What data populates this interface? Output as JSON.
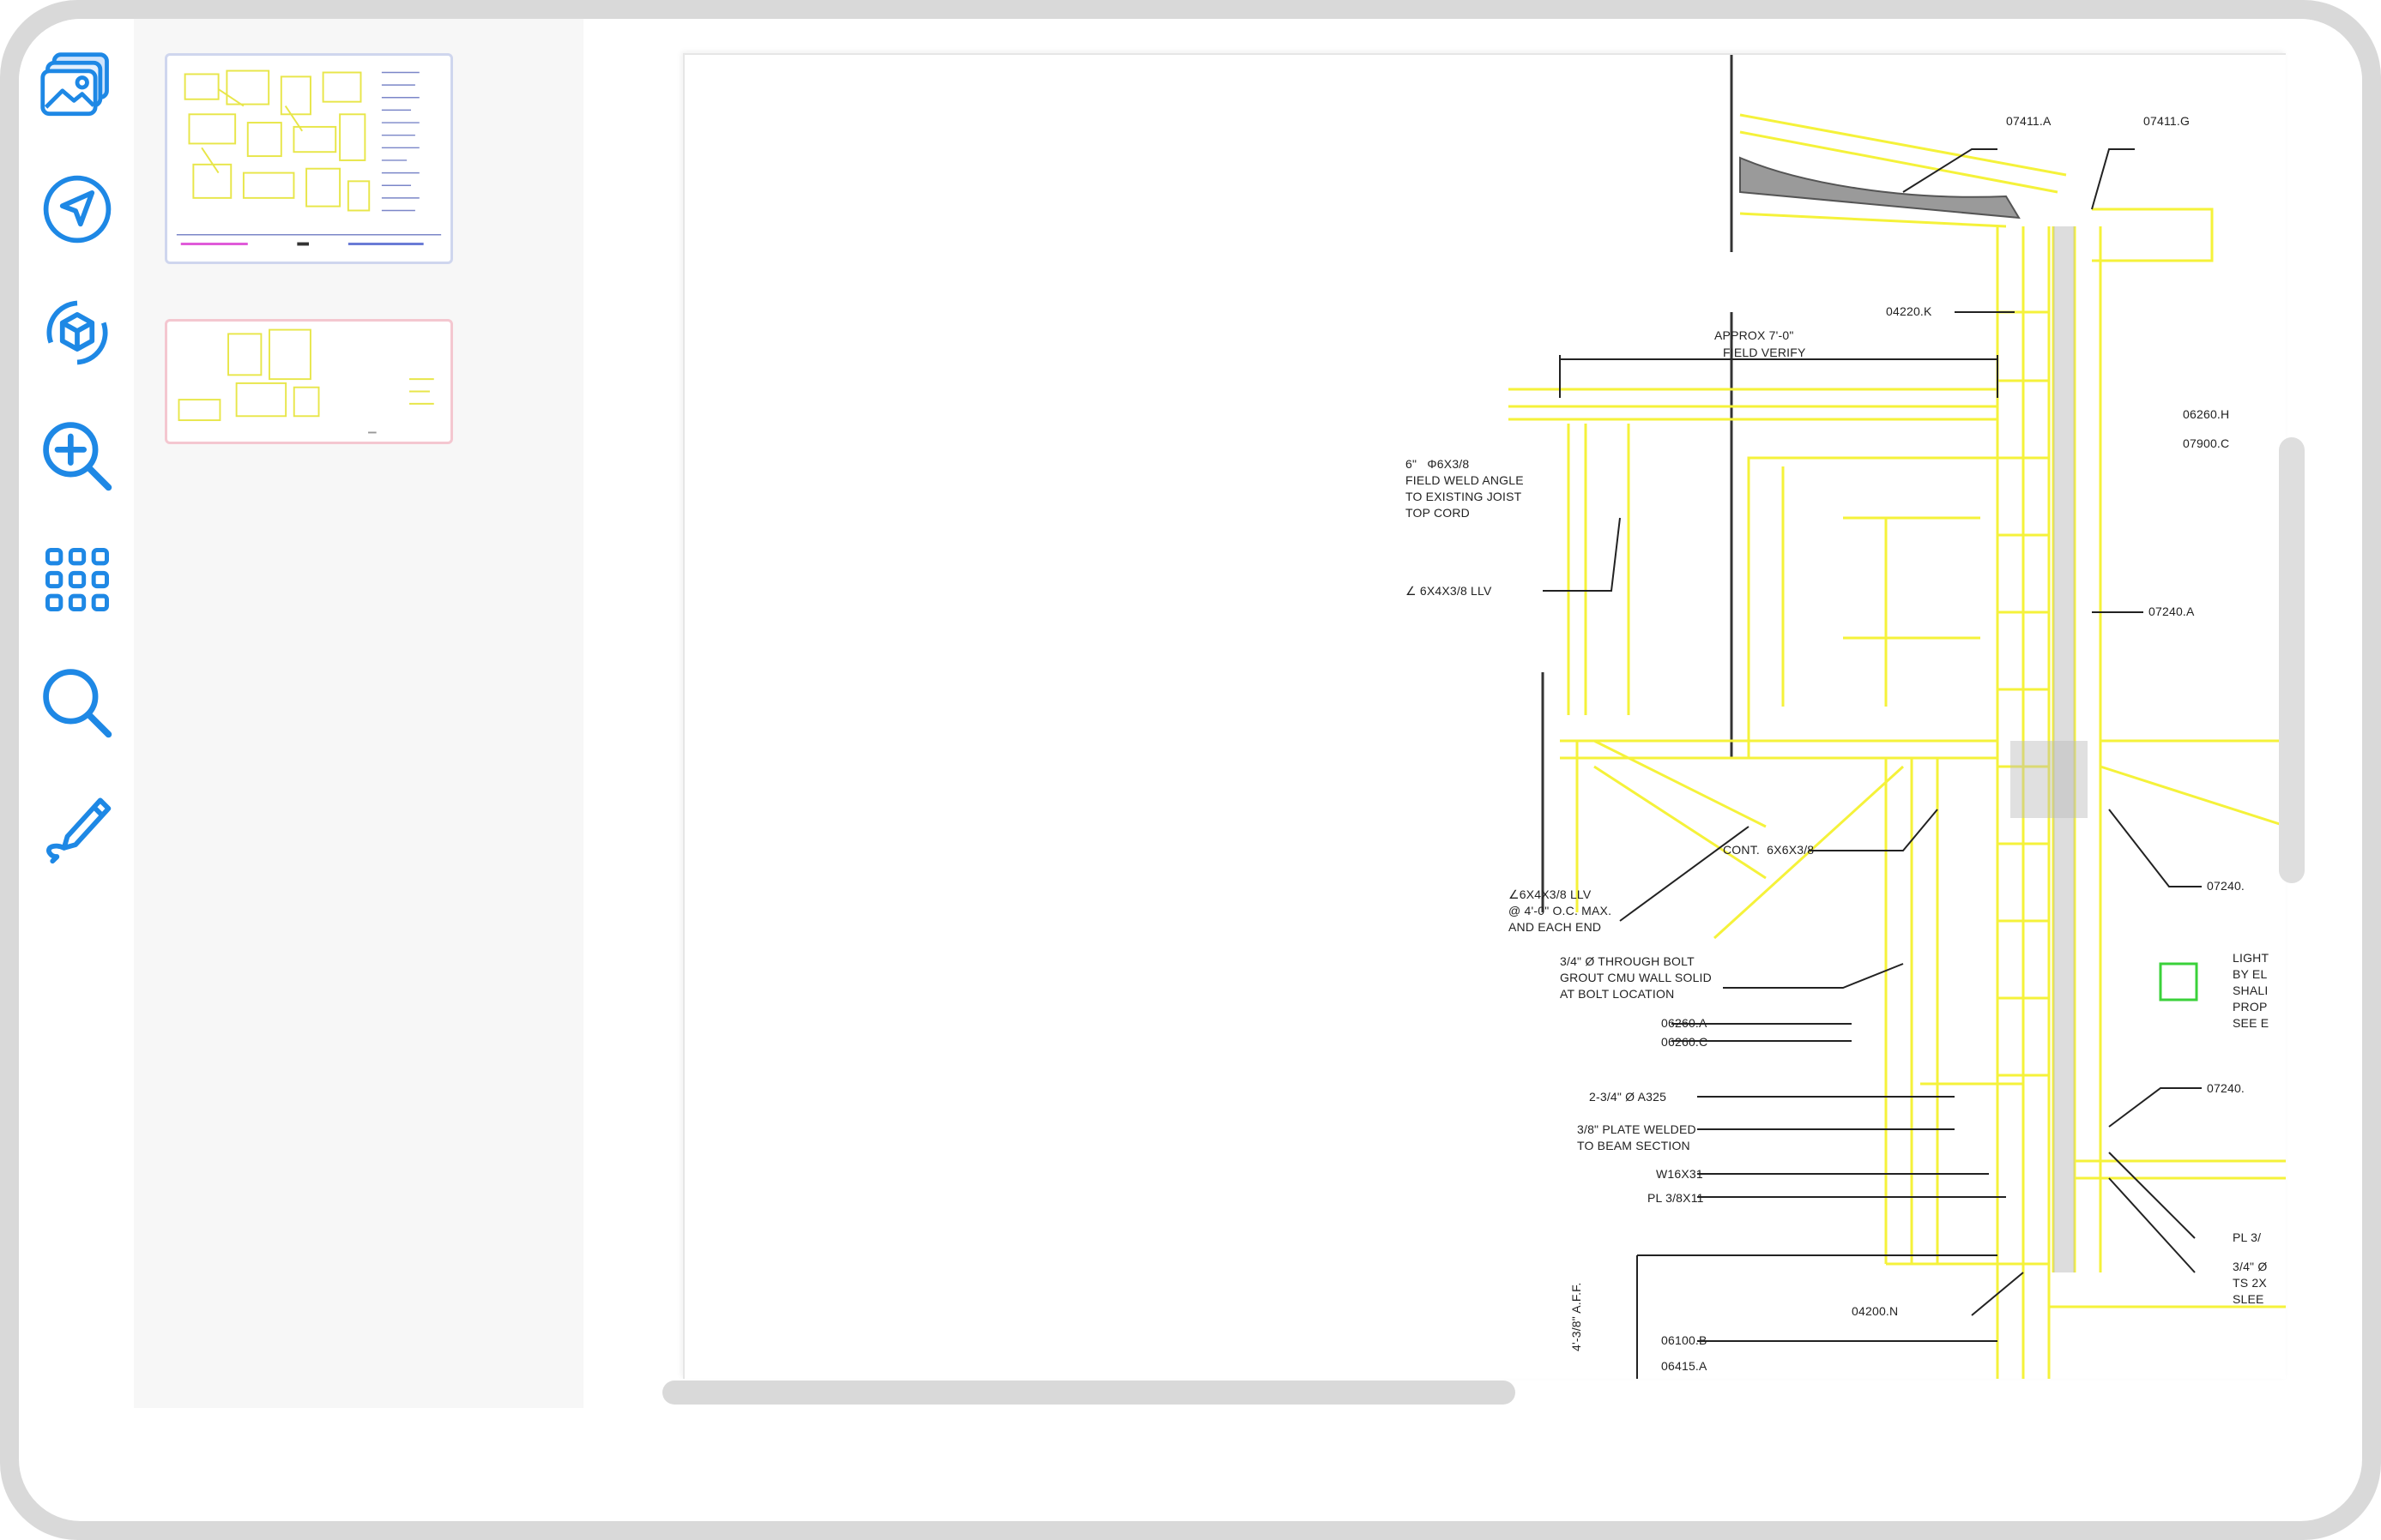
{
  "toolbar": {
    "tools": [
      {
        "name": "image-gallery",
        "icon": "images-icon"
      },
      {
        "name": "navigate",
        "icon": "navigation-arrow-icon"
      },
      {
        "name": "3d-view",
        "icon": "cube-rotate-icon"
      },
      {
        "name": "zoom-in",
        "icon": "zoom-in-icon"
      },
      {
        "name": "apps",
        "icon": "grid-icon"
      },
      {
        "name": "search",
        "icon": "search-icon"
      },
      {
        "name": "signature",
        "icon": "pen-signature-icon"
      }
    ],
    "accent_color": "#1e88e5"
  },
  "thumbnails": [
    {
      "page": 1,
      "selected": true,
      "border_color": "#cfd6ee"
    },
    {
      "page": 2,
      "selected": false,
      "border_color": "#f4c7d0"
    }
  ],
  "drawing": {
    "line_color": "#f5f23a",
    "labels": {
      "l07411a": "07411.A",
      "l07411g": "07411.G",
      "l04220k": "04220.K",
      "approx": "APPROX 7'-0\"",
      "fieldverify": "FIELD VERIFY",
      "l06260h": "06260.H",
      "l07900c": "07900.C",
      "fieldweld": "6\"   Φ6X3/8\nFIELD WELD ANGLE\nTO EXISTING JOIST\nTOP CORD",
      "llv1": "∠ 6X4X3/8 LLV",
      "l07240a": "07240.A",
      "cont": "CONT.  6X6X3/8",
      "l07240b": "07240.",
      "llv2": "∠6X4X3/8 LLV\n@ 4'-0\" O.C. MAX.\nAND EACH END",
      "bolt": "3/4\" Ø THROUGH BOLT\nGROUT CMU WALL SOLID\nAT BOLT LOCATION",
      "light": "LIGHT\nBY EL\nSHALI\nPROP\nSEE E",
      "l06260a": "06260.A",
      "l06260c": "06260.C",
      "l07240c": "07240.",
      "a325": "2-3/4\" Ø A325",
      "plate": "3/8\" PLATE WELDED\nTO BEAM SECTION",
      "w16": "W16X31",
      "pl": "PL 3/8X11",
      "pls": "PL 3/",
      "ts": "3/4\" Ø\nTS 2X\nSLEE",
      "l04200n": "04200.N",
      "l06100b": "06100.B",
      "l06415a": "06415.A",
      "vert": "4'-3/8\" A.F.F."
    }
  }
}
